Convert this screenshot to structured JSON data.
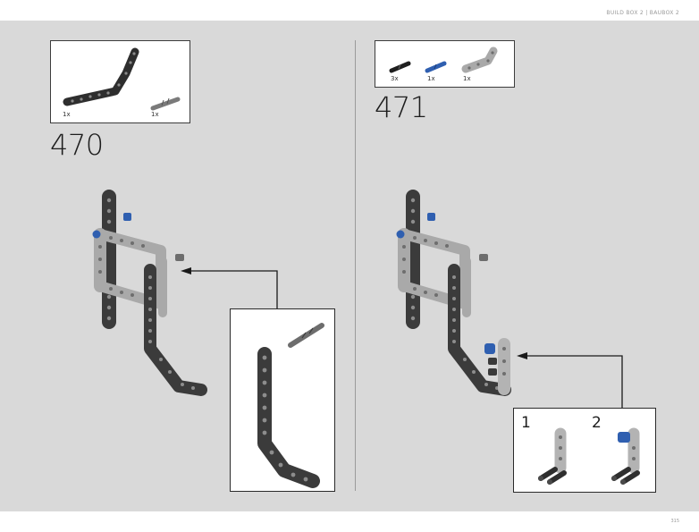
{
  "header": {
    "text": "BUILD BOX 2  |  BAUBOX 2"
  },
  "footer": {
    "page_number": "315"
  },
  "steps": [
    {
      "number": "470",
      "parts": [
        {
          "qty": "1x",
          "icon": "bent-liftarm-black"
        },
        {
          "qty": "1x",
          "icon": "axle-pin-grey"
        }
      ]
    },
    {
      "number": "471",
      "parts": [
        {
          "qty": "3x",
          "icon": "friction-pin-black"
        },
        {
          "qty": "1x",
          "icon": "axle-pin-blue"
        },
        {
          "qty": "1x",
          "icon": "angled-liftarm-light-grey"
        }
      ],
      "substeps": [
        {
          "label": "1"
        },
        {
          "label": "2"
        }
      ]
    }
  ],
  "colors": {
    "background_panel": "#d9d9d9",
    "dark_grey_part": "#3f3f3f",
    "light_grey_part": "#a9a9a9",
    "blue_part": "#2f5fb0"
  }
}
